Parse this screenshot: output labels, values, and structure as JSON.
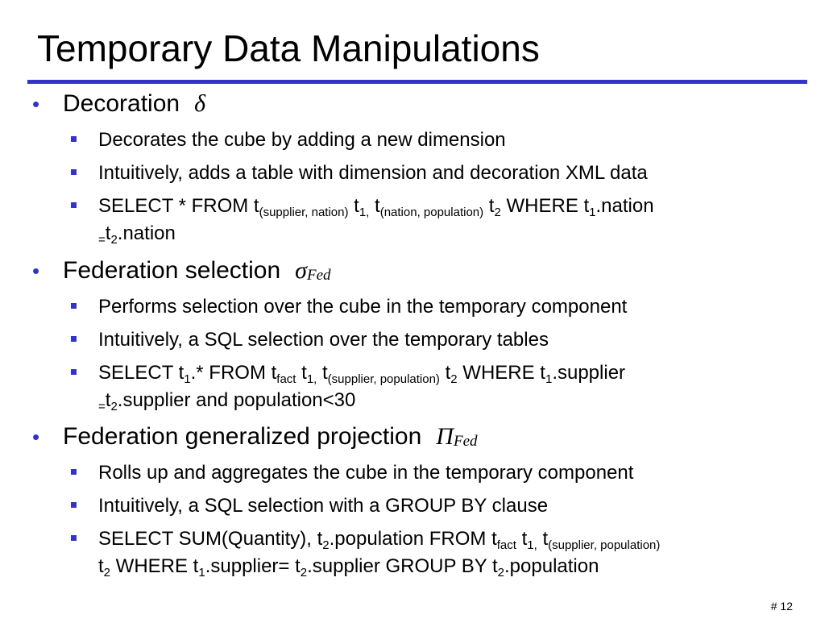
{
  "title": "Temporary Data Manipulations",
  "accent_color": "#3333cc",
  "sections": [
    {
      "heading": "Decoration",
      "symbol": "δ",
      "symbol_sub": "",
      "items": [
        "Decorates the cube by adding a new dimension",
        "Intuitively, adds a table with dimension and decoration XML data"
      ],
      "sql": {
        "a": "SELECT * FROM  t",
        "a_sub": "(supplier, nation)",
        "b": " t",
        "b_sub": "1,",
        "c": " t",
        "c_sub": "(nation, population)",
        "d": " t",
        "d_sub": "2",
        "e": " WHERE t",
        "e_sub": "1",
        "f": ".nation",
        "g_sub": "=",
        "h": "t",
        "h_sub": "2",
        "i": ".nation"
      }
    },
    {
      "heading": "Federation selection",
      "symbol": "σ",
      "symbol_sub": "Fed",
      "items": [
        "Performs selection over the cube in the temporary component",
        "Intuitively, a SQL selection over the temporary tables"
      ],
      "sql": {
        "a": "SELECT t",
        "a_sub": "1",
        "b": ".* FROM  t",
        "b_sub": "fact",
        "c": " t",
        "c_sub": "1,",
        "d": " t",
        "d_sub": "(supplier, population)",
        "e": " t",
        "e_sub": "2",
        "f": " WHERE t",
        "f_sub": "1",
        "g": ".supplier",
        "h_sub": "=",
        "i": "t",
        "i_sub": "2",
        "j": ".supplier and population<30"
      }
    },
    {
      "heading": "Federation generalized projection",
      "symbol": "Π",
      "symbol_sub": "Fed",
      "items": [
        "Rolls up and aggregates the cube in the temporary component",
        "Intuitively, a SQL selection with a GROUP BY clause"
      ],
      "sql": {
        "a": "SELECT SUM(Quantity), t",
        "a_sub": "2",
        "b": ".population FROM  t",
        "b_sub": "fact",
        "c": " t",
        "c_sub": "1,",
        "d": " t",
        "d_sub": "(supplier, population)",
        "e": "t",
        "e_sub": "2",
        "f": " WHERE t",
        "f_sub": "1",
        "g": ".supplier= t",
        "g_sub": "2",
        "h": ".supplier GROUP BY  t",
        "h_sub": "2",
        "i": ".population"
      }
    }
  ],
  "page_number": "# 12"
}
